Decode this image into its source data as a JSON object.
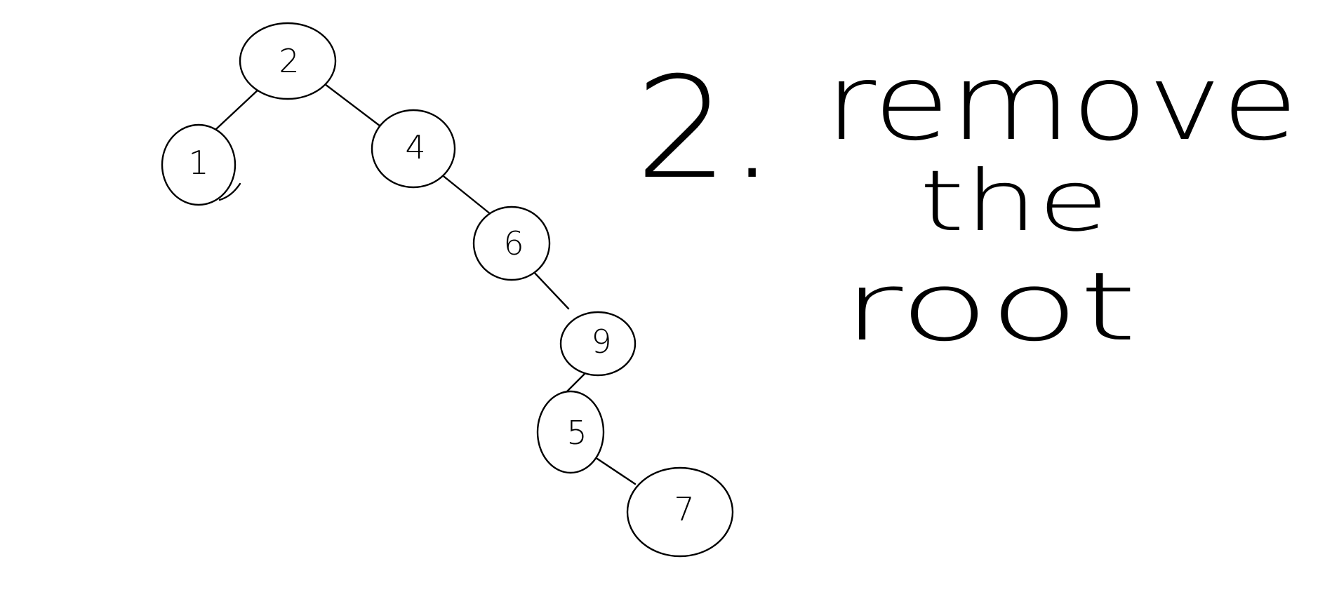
{
  "diagram": {
    "nodes": [
      {
        "id": "n2",
        "label": "2"
      },
      {
        "id": "n1",
        "label": "1"
      },
      {
        "id": "n4",
        "label": "4"
      },
      {
        "id": "n6",
        "label": "6"
      },
      {
        "id": "n9",
        "label": "9"
      },
      {
        "id": "n5",
        "label": "5"
      },
      {
        "id": "n7",
        "label": "7"
      }
    ],
    "edges": [
      {
        "from": "n2",
        "to": "n1"
      },
      {
        "from": "n2",
        "to": "n4"
      },
      {
        "from": "n4",
        "to": "n6"
      },
      {
        "from": "n6",
        "to": "n9"
      },
      {
        "from": "n9",
        "to": "n5"
      },
      {
        "from": "n5",
        "to": "n7"
      }
    ],
    "note": {
      "step": "2.",
      "line1": "remove",
      "line2": "the",
      "line3": "root"
    },
    "colors": {
      "ink": "#000000",
      "background": "#ffffff"
    }
  }
}
